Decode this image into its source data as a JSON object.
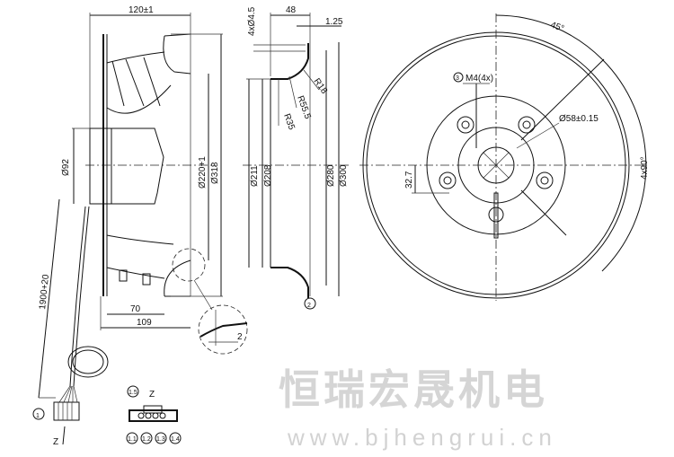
{
  "watermark": {
    "company": "恒瑞宏晟机电",
    "url": "www.bjhengrui.cn"
  },
  "side_view": {
    "width": "120±1",
    "flange_to_inlet": "109",
    "motor_depth": "70",
    "hub_dia": "Ø92",
    "impeller_dia": "Ø220+1",
    "outer_dia": "Ø318",
    "cable_length": "1900+20",
    "detail_gap": "2"
  },
  "inlet_ring": {
    "height": "48",
    "lip": "1.25",
    "holes": "4xØ4.5",
    "r1": "R18",
    "r2": "R55.5",
    "r3": "R35",
    "d1": "Ø211",
    "d2": "Ø208",
    "d3": "Ø280",
    "d4": "Ø300",
    "label": "2"
  },
  "front_view": {
    "angle": "45°",
    "angle_pattern": "4x90°",
    "thread": "M4(4x)",
    "thread_label": "3",
    "center_dia": "Ø58±0.15",
    "offset": "32.7"
  },
  "connector": {
    "cable_label": "1",
    "view": "Z",
    "arrow_label": "Z",
    "pins": [
      "1.1",
      "1.2",
      "1.3",
      "1.4",
      "1.5"
    ]
  }
}
